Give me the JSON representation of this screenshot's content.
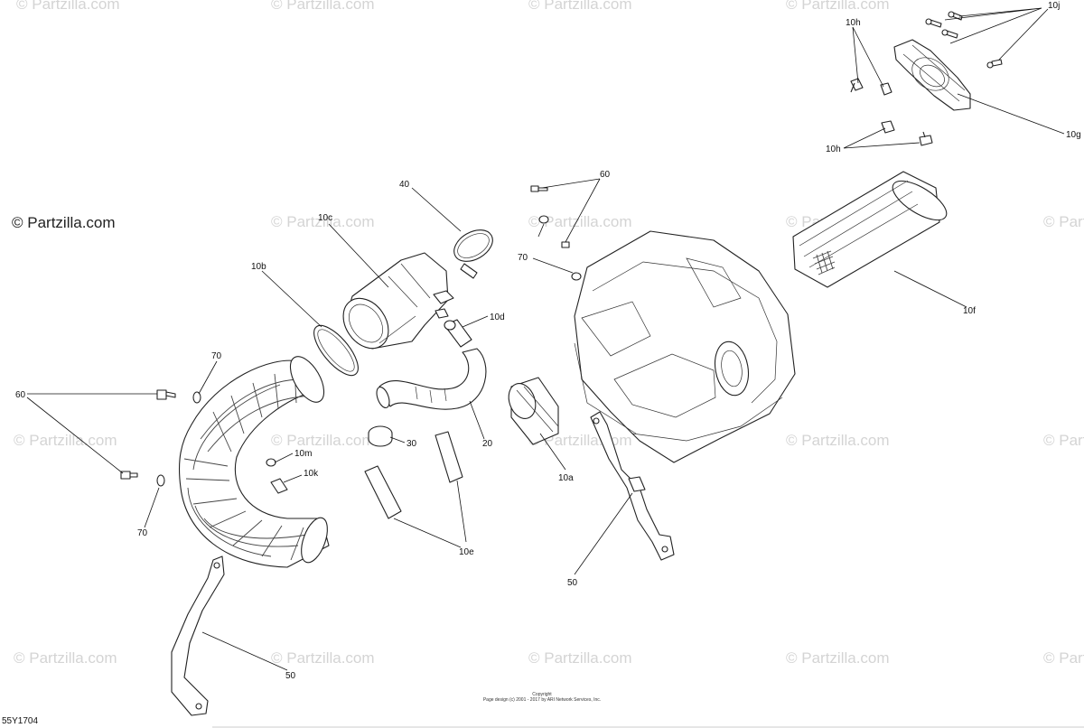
{
  "watermark_text": "© Partzilla.com",
  "logo_text": "© Partzilla.com",
  "callouts": {
    "c10j": "10j",
    "c10h_top": "10h",
    "c10g": "10g",
    "c10h_bot": "10h",
    "c60_top": "60",
    "c40": "40",
    "c10c": "10c",
    "c70_top": "70",
    "c10b": "10b",
    "c10f": "10f",
    "c10d": "10d",
    "c70_left": "70",
    "c60_left": "60",
    "c30": "30",
    "c20": "20",
    "c10m": "10m",
    "c10k": "10k",
    "c10a": "10a",
    "c70_bot": "70",
    "c10e": "10e",
    "c50_right": "50",
    "c50_left": "50"
  },
  "footer": {
    "line1": "Copyright",
    "line2": "Page design (c) 2001 - 2017 by ARI Network Services, Inc."
  },
  "diagram_code": "55Y1704"
}
